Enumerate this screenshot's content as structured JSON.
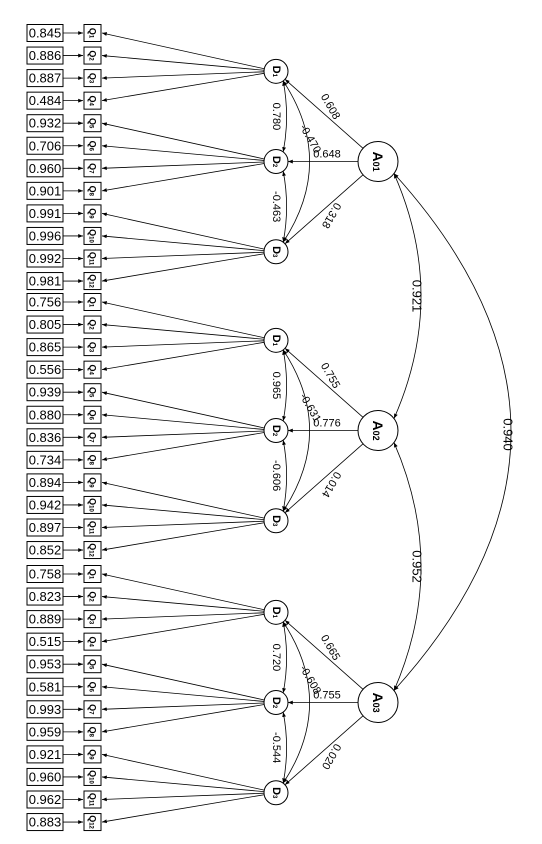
{
  "groups": [
    {
      "a_label": "A01",
      "d_labels": [
        "D1",
        "D2",
        "D3"
      ],
      "q_labels": [
        "Q1",
        "Q2",
        "Q3",
        "Q4",
        "Q5",
        "Q6",
        "Q7",
        "Q8",
        "Q9",
        "Q10",
        "Q11",
        "Q12"
      ],
      "errors": [
        "0.845",
        "0.886",
        "0.887",
        "0.484",
        "0.932",
        "0.706",
        "0.960",
        "0.901",
        "0.991",
        "0.996",
        "0.992",
        "0.981"
      ],
      "ad_loadings": [
        "0.608",
        "0.648",
        "0.318"
      ],
      "dd_correlations": {
        "d1_d2": "0.780",
        "d1_d3": "-0.470",
        "d2_d3": "-0.463"
      }
    },
    {
      "a_label": "A02",
      "d_labels": [
        "D1",
        "D2",
        "D3"
      ],
      "q_labels": [
        "Q1",
        "Q2",
        "Q3",
        "Q4",
        "Q5",
        "Q6",
        "Q7",
        "Q8",
        "Q9",
        "Q10",
        "Q11",
        "Q12"
      ],
      "errors": [
        "0.756",
        "0.805",
        "0.865",
        "0.556",
        "0.939",
        "0.880",
        "0.836",
        "0.734",
        "0.894",
        "0.942",
        "0.897",
        "0.852"
      ],
      "ad_loadings": [
        "0.755",
        "0.776",
        "0.014"
      ],
      "dd_correlations": {
        "d1_d2": "0.965",
        "d1_d3": "-0.631",
        "d2_d3": "-0.606"
      }
    },
    {
      "a_label": "A03",
      "d_labels": [
        "D1",
        "D2",
        "D3"
      ],
      "q_labels": [
        "Q1",
        "Q2",
        "Q3",
        "Q4",
        "Q5",
        "Q6",
        "Q7",
        "Q8",
        "Q9",
        "Q10",
        "Q11",
        "Q12"
      ],
      "errors": [
        "0.758",
        "0.823",
        "0.889",
        "0.515",
        "0.953",
        "0.581",
        "0.993",
        "0.959",
        "0.921",
        "0.960",
        "0.962",
        "0.883"
      ],
      "ad_loadings": [
        "0.665",
        "0.755",
        "0.020"
      ],
      "dd_correlations": {
        "d1_d2": "0.720",
        "d1_d3": "-0.608",
        "d2_d3": "-0.544"
      }
    }
  ],
  "a_correlations": {
    "a01_a02": "0.921",
    "a02_a03": "0.952",
    "a01_a03": "0.940"
  },
  "colors": {
    "stroke": "#000000",
    "background": "#ffffff"
  }
}
